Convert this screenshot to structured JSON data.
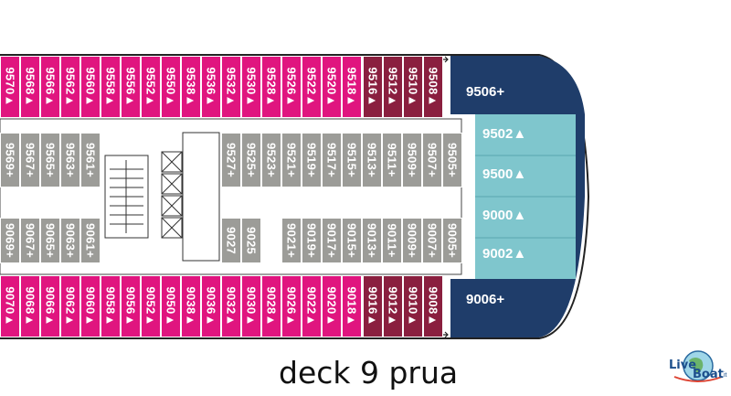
{
  "caption": "deck 9 prua",
  "logo": {
    "word1": "Live",
    "word2": "Boat",
    "suffix": ".it"
  },
  "colors": {
    "pink": "#e0157f",
    "maroon": "#8a1f3f",
    "gray": "#9c9c98",
    "navy": "#1f3d6a",
    "teal": "#7fc6cd",
    "outline": "#222222"
  },
  "cabins": {
    "top_outer": [
      "9570▲",
      "9568▲",
      "9566▲",
      "9562▲",
      "9560▲",
      "9558▲",
      "9556▲",
      "9552▲",
      "9550▲",
      "9538▲",
      "9536▲",
      "9532▲",
      "9530▲",
      "9528▲",
      "9526▲",
      "9522▲",
      "9520▲",
      "9518▲",
      "9516▲",
      "9512▲",
      "9510▲",
      "9508▲"
    ],
    "top_inner_left": [
      "9569+",
      "9567+",
      "9565+",
      "9563+",
      "9561+"
    ],
    "top_inner_right": [
      "9527+",
      "9525+",
      "9523+",
      "9521+",
      "9519+",
      "9517+",
      "9515+",
      "9513+",
      "9511+",
      "9509+",
      "9507+",
      "9505+"
    ],
    "bottom_inner_left": [
      "9069+",
      "9067+",
      "9065+",
      "9063+",
      "9061+"
    ],
    "bottom_inner_mid": [
      "9027",
      "9025"
    ],
    "bottom_inner_right": [
      "9021+",
      "9019+",
      "9017+",
      "9015+",
      "9013+",
      "9011+",
      "9009+",
      "9007+",
      "9005+"
    ],
    "bottom_outer": [
      "9070▲",
      "9068▲",
      "9066▲",
      "9062▲",
      "9060▲",
      "9058▲",
      "9056▲",
      "9052▲",
      "9050▲",
      "9038▲",
      "9036▲",
      "9032▲",
      "9030▲",
      "9028▲",
      "9026▲",
      "9022▲",
      "9020▲",
      "9018▲",
      "9016▲",
      "9012▲",
      "9010▲",
      "9008▲"
    ],
    "bow_suites": [
      "9506+",
      "9006+"
    ],
    "bow_center": [
      "9502▲",
      "9500▲",
      "9000▲",
      "9002▲"
    ]
  }
}
